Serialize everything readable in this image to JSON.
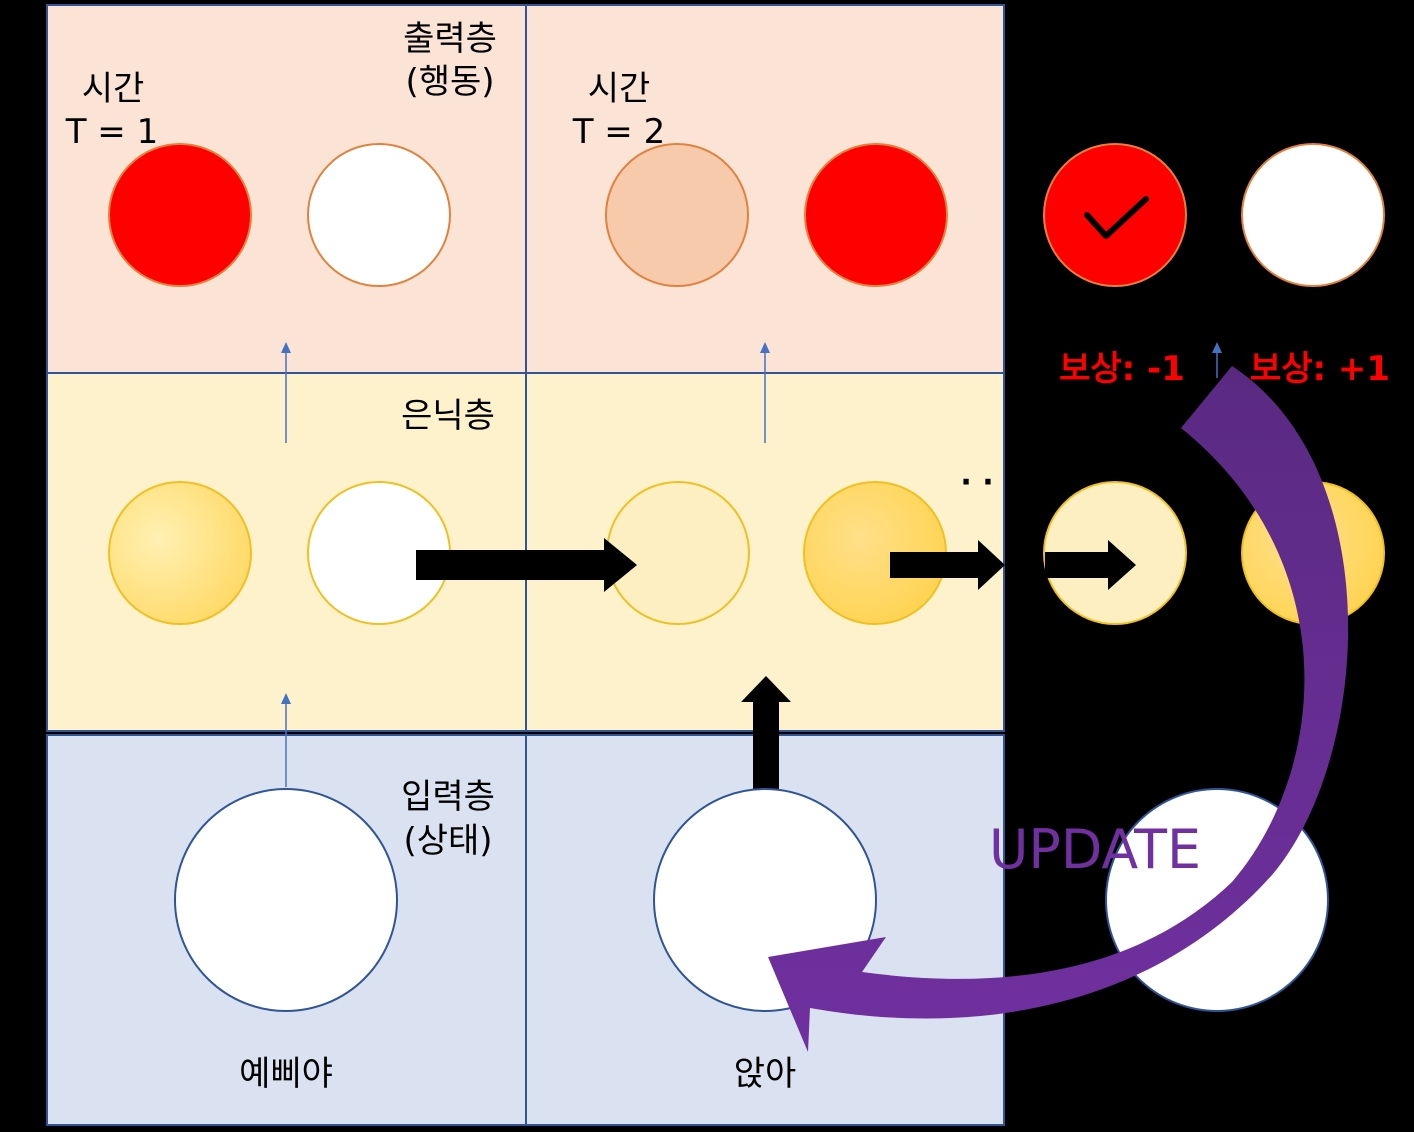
{
  "layers": {
    "output": "출력층",
    "output_sub": "(행동)",
    "hidden": "은닉층",
    "input": "입력층",
    "input_sub": "(상태)"
  },
  "timesteps": [
    {
      "time_label": "시간",
      "t_label": "T = 1",
      "input_word": "예삐야"
    },
    {
      "time_label": "시간",
      "t_label": "T = 2",
      "input_word": "앉아"
    }
  ],
  "rewards": {
    "left": "보상: -1",
    "right": "보상: +1"
  },
  "ellipsis": "· ·",
  "update_label": "UPDATE",
  "colors": {
    "output_bg": "#fbe4d6",
    "hidden_bg": "#fef2cd",
    "input_bg": "#dae2f2",
    "panel_border": "#2f5597",
    "red_node": "#ff0000",
    "output_node_border": "#e0823e",
    "peach_node": "#f8caac",
    "hidden_node_border": "#f0c020",
    "hidden_light": "#fdefc1",
    "hidden_gold": "#ffd966",
    "input_node_border": "#2f5597",
    "reward_text": "#ff0000",
    "update_arrow": "#7030a0",
    "thin_arrow": "#4472c4"
  },
  "icons": [
    "checkmark-icon"
  ]
}
